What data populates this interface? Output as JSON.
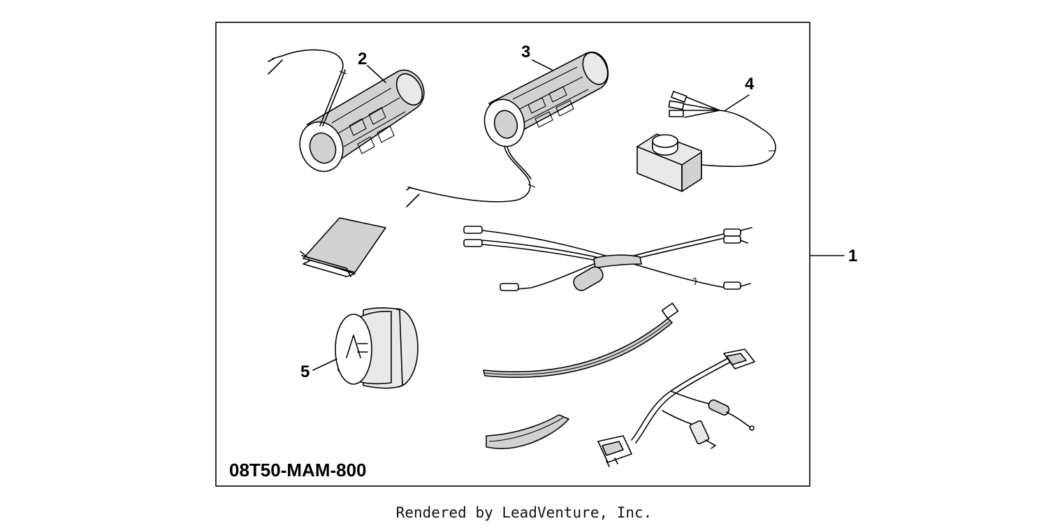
{
  "diagram": {
    "part_number": "08T50-MAM-800",
    "callouts": {
      "kit": "1",
      "left_grip": "2",
      "right_grip": "3",
      "switch": "4",
      "cap": "5"
    }
  },
  "footer": {
    "text": "Rendered by LeadVenture, Inc."
  }
}
